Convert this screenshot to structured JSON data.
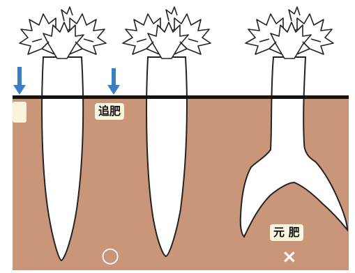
{
  "labels": {
    "top_dressing": "追肥",
    "base_fertilizer": "元 肥"
  },
  "marks": {
    "good": "○",
    "bad": "×"
  },
  "colors": {
    "soil": "#c9967a",
    "ground_line": "#111111",
    "arrow": "#3a7fc1",
    "root": "#ffffff",
    "outline": "#222222",
    "label_bg": "#fbf4dc"
  },
  "icons": [
    "fertilizer-arrow-icon",
    "daikon-radish-straight",
    "daikon-radish-forked",
    "leaf-tuft"
  ]
}
